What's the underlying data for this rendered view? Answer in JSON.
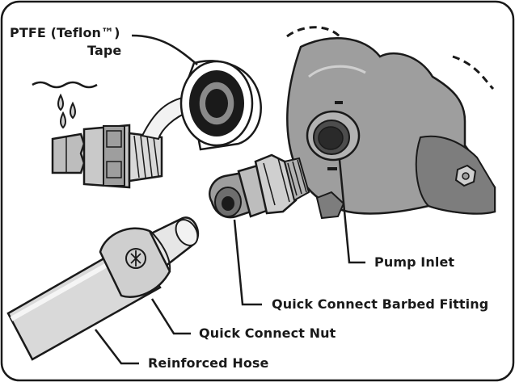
{
  "labels": {
    "ptfe_line1": "PTFE (Teflon™)",
    "ptfe_line2": "Tape",
    "pump_inlet": "Pump Inlet",
    "barbed_fitting": "Quick Connect Barbed Fitting",
    "connect_nut": "Quick Connect Nut",
    "hose": "Reinforced Hose"
  },
  "colors": {
    "outline": "#1a1a1a",
    "pump_body": "#9e9e9e",
    "pump_shade": "#7d7d7d",
    "fitting": "#bdbdbd",
    "hose": "#cfcfcf",
    "background": "#ffffff"
  }
}
